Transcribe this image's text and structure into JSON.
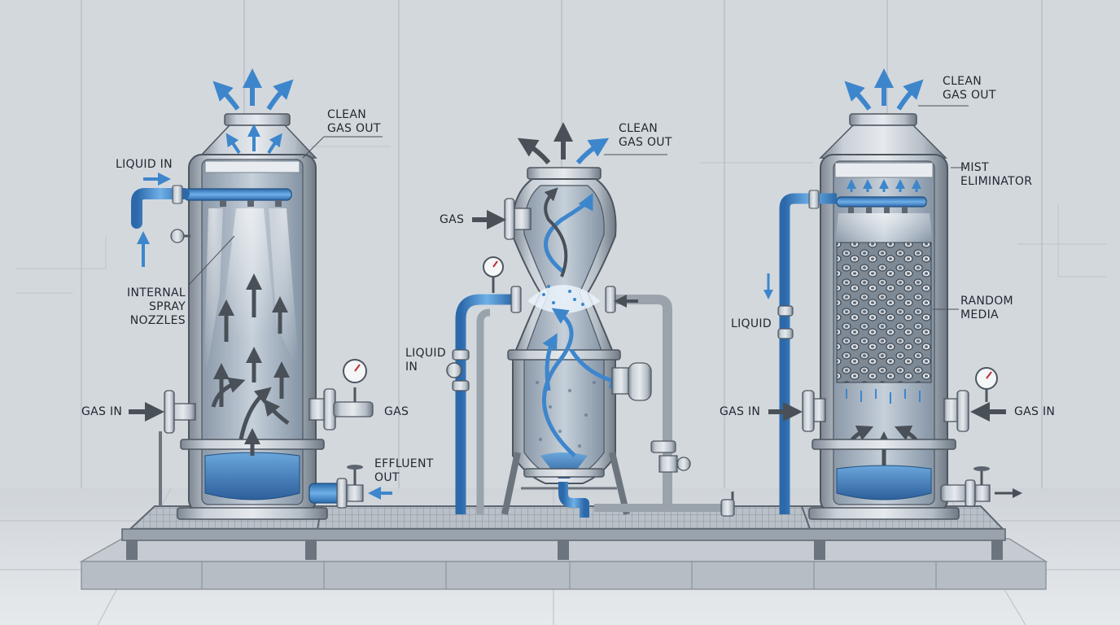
{
  "labels": {
    "liquid_in_left": "LIQUID IN",
    "clean_gas_out_left": "CLEAN\nGAS OUT",
    "internal_spray_nozzles": "INTERNAL\nSPRAY\nNOZZLES",
    "gas_in_left": "GAS IN",
    "gas_left_outlet": "GAS",
    "effluent_out": "EFFLUENT\nOUT",
    "gas_venturi": "GAS",
    "clean_gas_out_middle": "CLEAN\nGAS OUT",
    "liquid_in_middle": "LIQUID\nIN",
    "clean_gas_out_right": "CLEAN\nGAS OUT",
    "mist_eliminator": "MIST\nELIMINATOR",
    "liquid_right": "LIQUID",
    "random_media": "RANDOM\nMEDIA",
    "gas_in_right_left": "GAS IN",
    "gas_in_right_right": "GAS IN"
  },
  "colors": {
    "accent_blue": "#3d86cc",
    "arrow_dark": "#4a5058",
    "steel": "#a9b3bd",
    "wall": "#d4d9de",
    "water": "#3f7fc0"
  }
}
